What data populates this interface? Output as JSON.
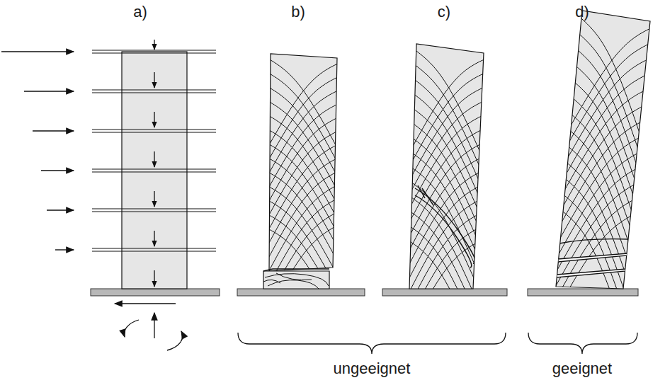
{
  "diagram": {
    "labels": [
      "a)",
      "b)",
      "c)",
      "d)",
      "ungeeignet",
      "geeignet"
    ]
  }
}
